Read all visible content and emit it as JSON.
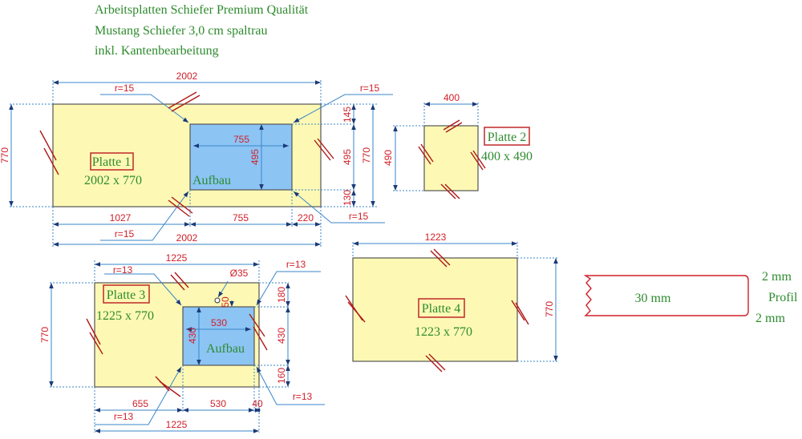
{
  "header": {
    "line1": "Arbeitsplatten Schiefer Premium Qualität",
    "line2": "Mustang Schiefer 3,0 cm spaltrau",
    "line3": "inkl. Kantenbearbeitung"
  },
  "colors": {
    "plate_fill": "#fdf9b4",
    "cutout_fill": "#8cc4f4",
    "dimension_text": "#d0202a",
    "dimension_line": "#3a86c8",
    "label_text": "#2e8b2e"
  },
  "plates": [
    {
      "name": "Platte 1",
      "size": "2002 x 770",
      "cutout_label": "Aufbau",
      "dims": {
        "width_top": "2002",
        "width_bottom": "2002",
        "height": "770",
        "height_right": "770",
        "seg_left": "1027",
        "seg_mid": "755",
        "seg_right": "220",
        "cut_width": "755",
        "cut_height": "495",
        "right_top": "145",
        "right_mid": "495",
        "right_bottom": "130",
        "radius_tl": "r=15",
        "radius_tr": "r=15",
        "radius_bl": "r=15",
        "radius_br": "r=15"
      }
    },
    {
      "name": "Platte 2",
      "size": "400 x 490",
      "dims": {
        "width": "400",
        "height": "490"
      }
    },
    {
      "name": "Platte 3",
      "size": "1225 x 770",
      "cutout_label": "Aufbau",
      "dims": {
        "width_top": "1225",
        "width_bottom": "1225",
        "height": "770",
        "seg_left": "655",
        "seg_mid": "530",
        "seg_right": "40",
        "cut_width": "530",
        "cut_height": "430",
        "right_top": "180",
        "right_mid": "430",
        "right_bottom": "160",
        "hole": "Ø35",
        "hole_offset": "50",
        "radius_tl": "r=13",
        "radius_tr": "r=13",
        "radius_bl": "r=13",
        "radius_br": "r=13"
      }
    },
    {
      "name": "Platte 4",
      "size": "1223 x 770",
      "dims": {
        "width": "1223",
        "height": "770"
      }
    }
  ],
  "profile": {
    "thickness": "30 mm",
    "top_chamfer": "2 mm",
    "label": "Profil",
    "bottom_chamfer": "2 mm"
  }
}
